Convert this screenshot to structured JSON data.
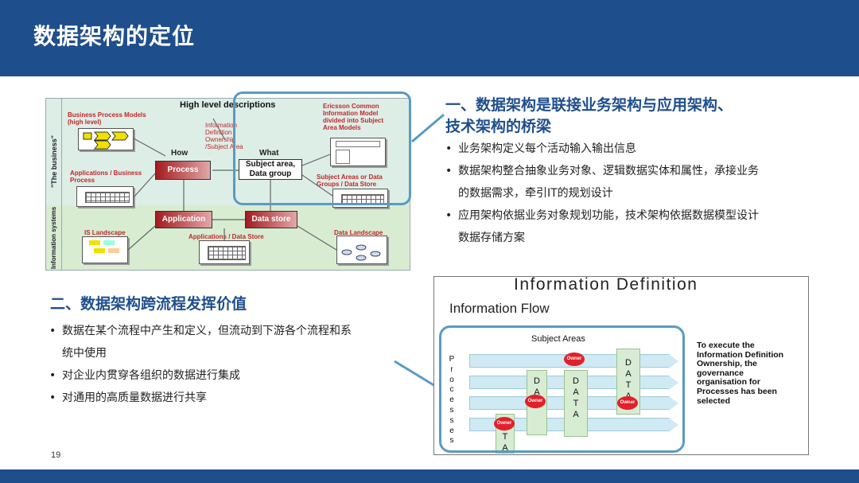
{
  "slide": {
    "title": "数据架构的定位",
    "page_number": "19"
  },
  "left_diagram": {
    "side_labels": {
      "business": "\"The business\"",
      "information_systems": "Information systems"
    },
    "high_level": "High level descriptions",
    "bpm": "Business Process Models\n(high level)",
    "info_def": "Information\nDefinition\nOwnership\n/Subject Area",
    "ericsson": "Ericsson Common\nInformation Model\ndivided into Subject\nArea Models",
    "how": "How",
    "what": "What",
    "apps_bp": "Applications / Business\nProcess",
    "process": "Process",
    "subject_area_box": "Subject area,\nData group",
    "sa_groups": "Subject Areas or Data\nGroups / Data Store",
    "application": "Application",
    "data_store": "Data store",
    "is_landscape": "IS Landscape",
    "apps_ds": "Applications / Data Store",
    "data_landscape": "Data Landscape"
  },
  "section1": {
    "title_line1": "一、数据架构是联接业务架构与应用架构、",
    "title_line2": "技术架构的桥梁",
    "bullets": [
      "业务架构定义每个活动输入输出信息",
      "数据架构整合抽象业务对象、逻辑数据实体和属性，承接业务",
      "的数据需求，牵引IT的规划设计",
      "应用架构依据业务对象规划功能，技术架构依据数据模型设计",
      "数据存储方案"
    ]
  },
  "section2": {
    "title": "二、数据架构跨流程发挥价值",
    "bullets": [
      "数据在某个流程中产生和定义，但流动到下游各个流程和系",
      "统中使用",
      "对企业内贯穿各组织的数据进行集成",
      "对通用的高质量数据进行共享"
    ]
  },
  "info_fig": {
    "heading": "Information Definition",
    "subheading": "Information Flow",
    "subject_areas": "Subject Areas",
    "processes": "Processes",
    "owner": "Owner",
    "col_da": "D\nA",
    "col_data": "D\nA\nT\nA",
    "col_ta": "T\nA",
    "exec_text": "To execute the\nInformation Definition\nOwnership, the\ngovernance\norganisation for\nProcesses has been\nselected"
  },
  "colors": {
    "brand": "#1f4e8c",
    "accent_red": "#c0282b",
    "ring": "#5a9bc2"
  }
}
